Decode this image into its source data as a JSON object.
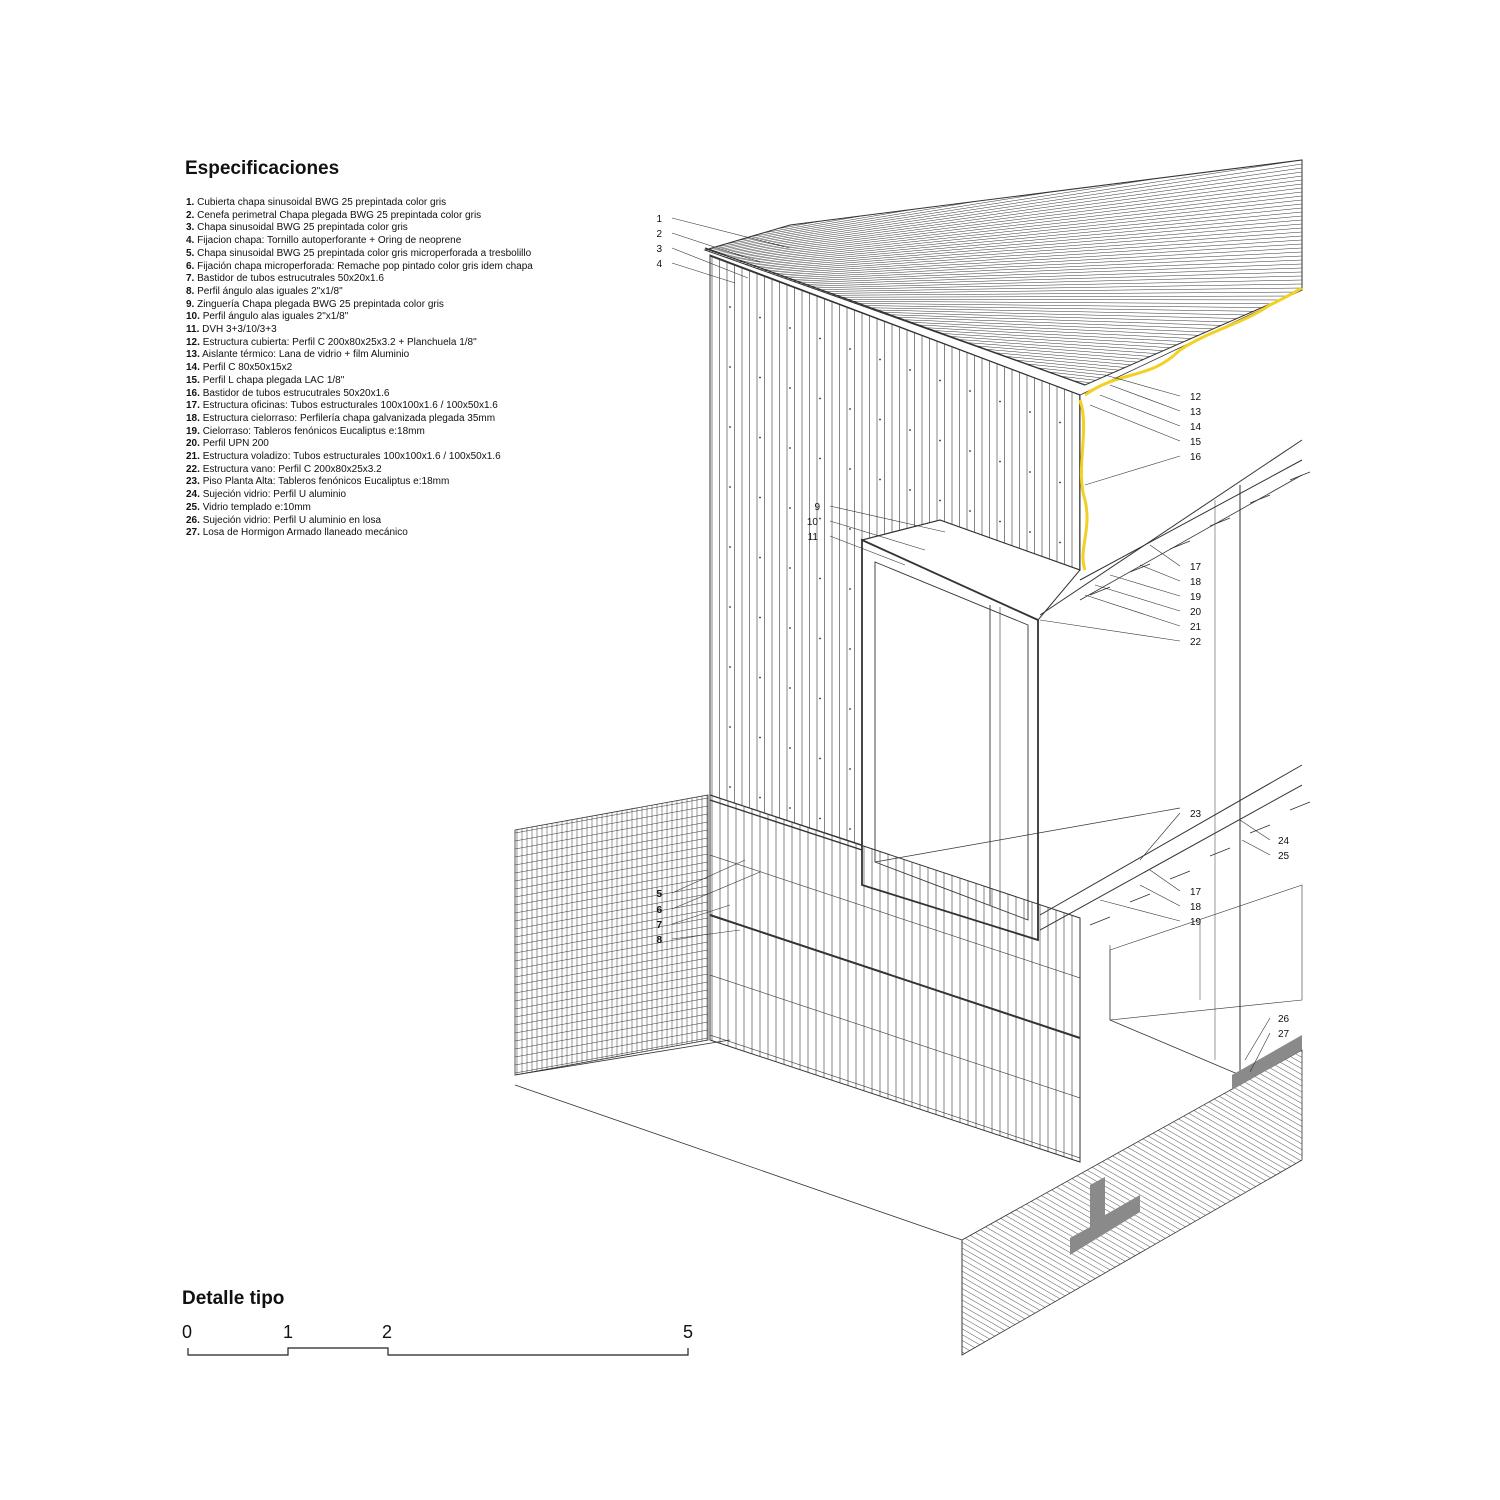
{
  "specifications": {
    "title": "Especificaciones",
    "items": [
      {
        "num": "1.",
        "text": "Cubierta chapa sinusoidal BWG 25 prepintada color gris"
      },
      {
        "num": "2.",
        "text": "Cenefa perimetral Chapa plegada BWG 25 prepintada color gris"
      },
      {
        "num": "3.",
        "text": "Chapa sinusoidal BWG 25 prepintada color gris"
      },
      {
        "num": "4.",
        "text": "Fijacion chapa: Tornillo autoperforante + Oring de neoprene"
      },
      {
        "num": "5.",
        "text": "Chapa sinusoidal BWG 25 prepintada color gris microperforada a tresbolillo"
      },
      {
        "num": "6.",
        "text": "Fijación chapa microperforada: Remache pop pintado color gris idem chapa"
      },
      {
        "num": "7.",
        "text": "Bastidor de tubos estrucutrales 50x20x1.6"
      },
      {
        "num": "8.",
        "text": "Perfil ángulo alas iguales 2\"x1/8\""
      },
      {
        "num": "9.",
        "text": "Zinguería Chapa plegada BWG 25 prepintada color gris"
      },
      {
        "num": "10.",
        "text": "Perfil ángulo alas iguales 2\"x1/8\""
      },
      {
        "num": "11.",
        "text": "DVH 3+3/10/3+3"
      },
      {
        "num": "12.",
        "text": "Estructura cubierta: Perfil C 200x80x25x3.2 + Planchuela 1/8\""
      },
      {
        "num": "13.",
        "text": "Aislante térmico: Lana de vidrio + film Aluminio"
      },
      {
        "num": "14.",
        "text": "Perfil C 80x50x15x2"
      },
      {
        "num": "15.",
        "text": "Perfil L chapa plegada LAC 1/8\""
      },
      {
        "num": "16.",
        "text": "Bastidor de tubos estrucutrales 50x20x1.6"
      },
      {
        "num": "17.",
        "text": "Estructura oficinas: Tubos estructurales 100x100x1.6 / 100x50x1.6"
      },
      {
        "num": "18.",
        "text": "Estructura cielorraso: Perfilería chapa galvanizada plegada 35mm"
      },
      {
        "num": "19.",
        "text": "Cielorraso: Tableros fenónicos Eucaliptus e:18mm"
      },
      {
        "num": "20.",
        "text": "Perfil UPN 200"
      },
      {
        "num": "21.",
        "text": "Estructura voladizo: Tubos estructurales 100x100x1.6 / 100x50x1.6"
      },
      {
        "num": "22.",
        "text": "Estructura vano: Perfil C 200x80x25x3.2"
      },
      {
        "num": "23.",
        "text": "Piso Planta Alta: Tableros fenónicos Eucaliptus e:18mm"
      },
      {
        "num": "24.",
        "text": "Sujeción vidrio: Perfil U aluminio"
      },
      {
        "num": "25.",
        "text": "Vidrio templado e:10mm"
      },
      {
        "num": "26.",
        "text": "Sujeción vidrio: Perfil U aluminio en losa"
      },
      {
        "num": "27.",
        "text": "Losa de Hormigon Armado llaneado mecánico"
      }
    ]
  },
  "detail": {
    "title": "Detalle tipo"
  },
  "scale_bar": {
    "labels": [
      "0",
      "1",
      "2",
      "5"
    ]
  },
  "callouts": {
    "left_top": [
      "1",
      "2",
      "3",
      "4"
    ],
    "left_mid": [
      "9",
      "10",
      "11"
    ],
    "left_low": [
      "5",
      "6",
      "7",
      "8"
    ],
    "right_roof": [
      "12",
      "13",
      "14",
      "15",
      "16"
    ],
    "right_upper": [
      "17",
      "18",
      "19",
      "20",
      "21",
      "22"
    ],
    "right_floor": [
      "23"
    ],
    "right_glass": [
      "24",
      "25"
    ],
    "right_lower": [
      "17",
      "18",
      "19"
    ],
    "right_slab": [
      "26",
      "27"
    ]
  },
  "colors": {
    "line": "#333333",
    "insulation": "#f2d024",
    "hatch": "#555555",
    "section_fill": "#8a8a8a"
  }
}
